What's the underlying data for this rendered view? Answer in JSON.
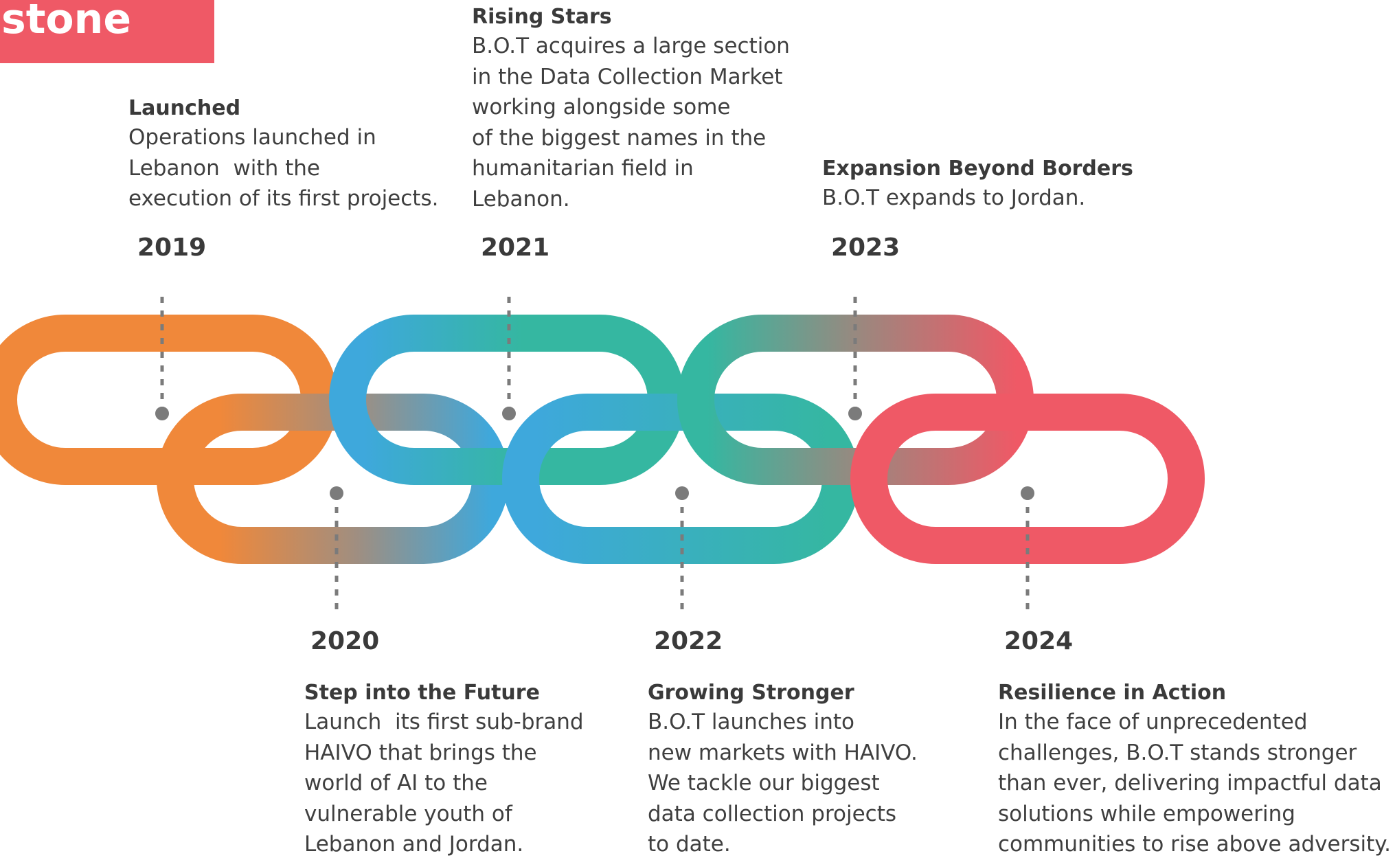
{
  "header": {
    "brand_text": "stone"
  },
  "colors": {
    "orange": "#f0883a",
    "blue": "#3ea8dc",
    "teal": "#35b7a1",
    "red": "#ef5966",
    "connector": "#7b7b7b"
  },
  "milestones": [
    {
      "year": "2019",
      "title": "Launched",
      "lines": [
        "Operations launched in",
        "Lebanon  with the",
        "execution of its first projects."
      ]
    },
    {
      "year": "2020",
      "title": "Step into the Future",
      "lines": [
        "Launch  its first sub-brand",
        "HAIVO that brings the",
        "world of AI to the",
        "vulnerable youth of",
        "Lebanon and Jordan."
      ]
    },
    {
      "year": "2021",
      "title": "Rising Stars",
      "lines": [
        "B.O.T acquires a large section",
        "in the Data Collection Market",
        "working alongside some",
        "of the biggest names in the",
        "humanitarian field in",
        "Lebanon."
      ]
    },
    {
      "year": "2022",
      "title": "Growing Stronger",
      "lines": [
        "B.O.T launches into",
        "new markets with HAIVO.",
        "We tackle our biggest",
        "data collection projects",
        "to date."
      ]
    },
    {
      "year": "2023",
      "title": "Expansion Beyond Borders",
      "lines": [
        "B.O.T expands to Jordan."
      ]
    },
    {
      "year": "2024",
      "title": "Resilience in Action",
      "lines": [
        "In the face of unprecedented",
        "challenges, B.O.T stands stronger",
        "than ever, delivering impactful data",
        "solutions while empowering",
        "communities to rise above adversity."
      ]
    }
  ]
}
